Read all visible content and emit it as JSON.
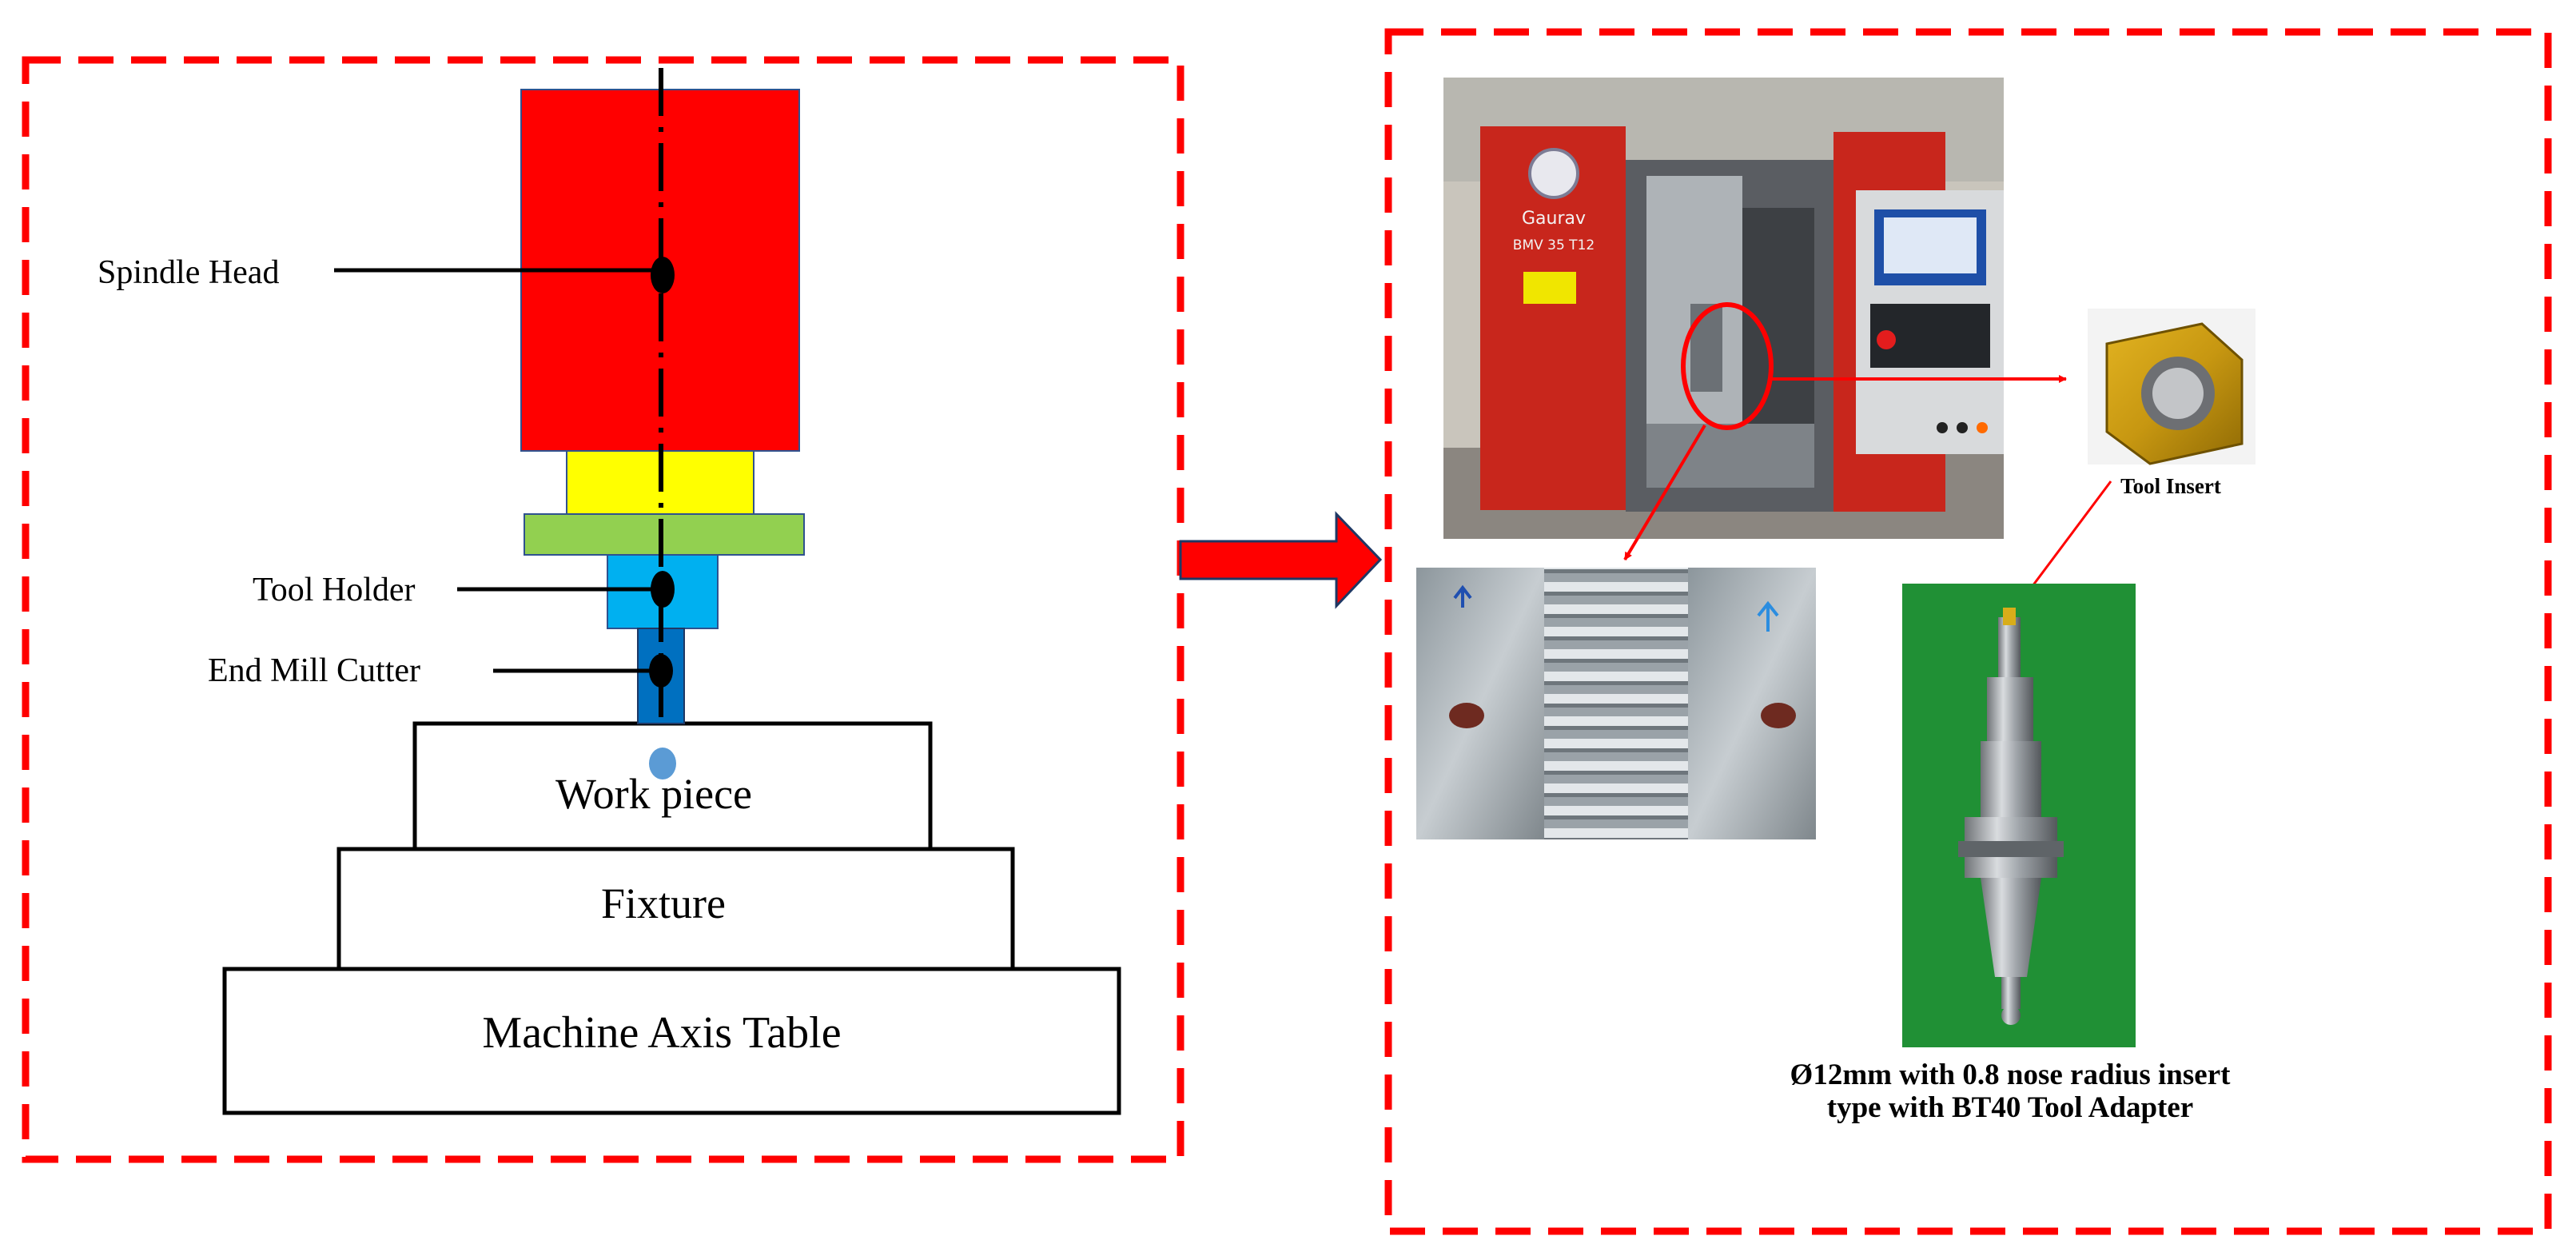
{
  "schematic": {
    "labels": {
      "spindle_head": "Spindle Head",
      "tool_holder": "Tool Holder",
      "end_mill_cutter": "End Mill Cutter",
      "work_piece": "Work piece",
      "fixture": "Fixture",
      "machine_axis_table": "Machine Axis Table"
    },
    "colors": {
      "spindle": "#ff0000",
      "collar": "#ffff00",
      "flange": "#92d050",
      "holder": "#00b0f0",
      "cutter": "#0070c0",
      "contact_point": "#5b9bd5"
    }
  },
  "photos": {
    "machine_brand": "Gaurav",
    "machine_model": "BMV 35 T12",
    "tool_insert_label": "Tool Insert",
    "tool_caption": "Ø12mm with 0.8 nose radius insert type with BT40 Tool Adapter"
  },
  "colors": {
    "frame_dash": "#ff0000",
    "arrow": "#ff0000"
  }
}
